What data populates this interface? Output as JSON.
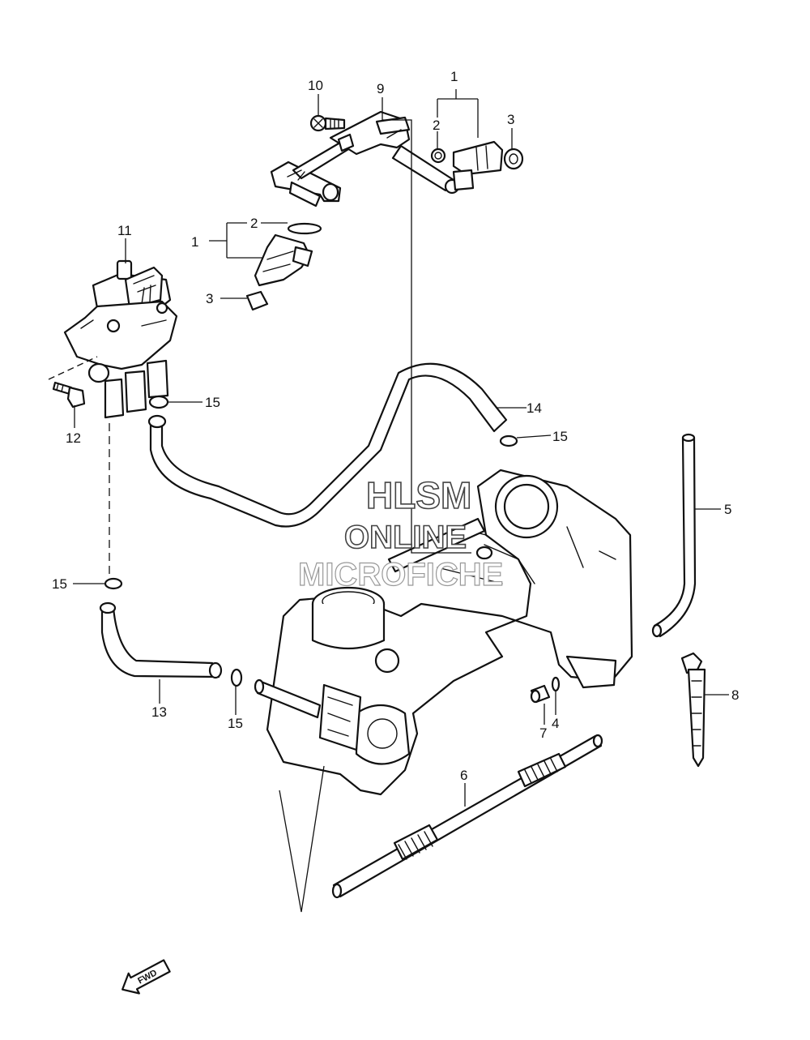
{
  "diagram": {
    "callouts": {
      "c1a": "1",
      "c2a": "2",
      "c3a": "3",
      "c1b": "1",
      "c2b": "2",
      "c3b": "3",
      "c4": "4",
      "c5": "5",
      "c6": "6",
      "c7": "7",
      "c8": "8",
      "c9": "9",
      "c10": "10",
      "c11": "11",
      "c12": "12",
      "c13": "13",
      "c14": "14",
      "c15a": "15",
      "c15b": "15",
      "c15c": "15",
      "c15d": "15"
    },
    "watermark": {
      "line1": "HLSM",
      "line2": "ONLINE",
      "line3": "MICROFICHE"
    },
    "fwd_arrow_label": "FWD"
  }
}
